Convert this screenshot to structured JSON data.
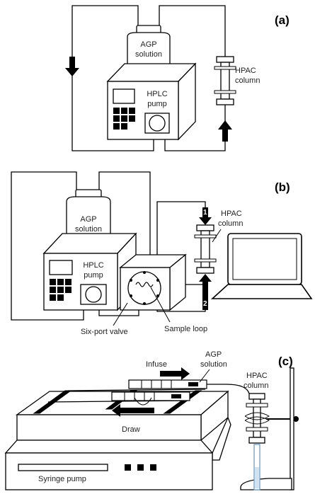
{
  "panel_a": {
    "tag": "(a)",
    "agp_line1": "AGP",
    "agp_line2": "solution",
    "pump_line1": "HPLC",
    "pump_line2": "pump",
    "hpac_line1": "HPAC",
    "hpac_line2": "column"
  },
  "panel_b": {
    "tag": "(b)",
    "agp_line1": "AGP",
    "agp_line2": "solution",
    "pump_line1": "HPLC",
    "pump_line2": "pump",
    "hpac_line1": "HPAC",
    "hpac_line2": "column",
    "port_1": "1",
    "port_2": "2",
    "six_port_valve": "Six-port valve",
    "sample_loop": "Sample loop"
  },
  "panel_c": {
    "tag": "(c)",
    "infuse": "Infuse",
    "draw": "Draw",
    "agp_line1": "AGP",
    "agp_line2": "solution",
    "hpac_line1": "HPAC",
    "hpac_line2": "column",
    "syringe_pump": "Syringe pump"
  }
}
